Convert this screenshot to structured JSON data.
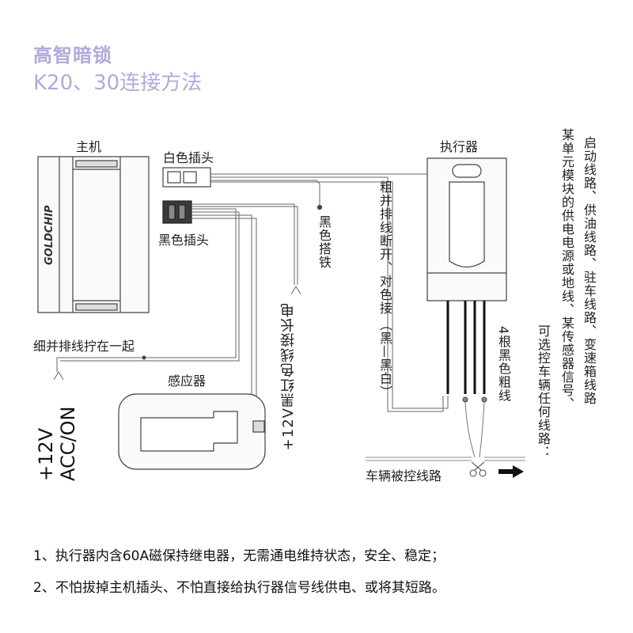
{
  "title": {
    "line1": "高智暗锁",
    "line2": "K20、30连接方法"
  },
  "labels": {
    "host": "主机",
    "brand": "GOLDCHIP",
    "white_plug": "白色插头",
    "black_plug": "黑色插头",
    "twist_note": "细并排线拧在一起",
    "sensor": "感应器",
    "actuator": "执行器",
    "plus12v_acc": "+12V",
    "acc_on": "ACC/ON",
    "plus12v_const": "+12V黑红色线接长电",
    "black_ground": "黑色搭铁",
    "cut_pair": "粗并排线断开、对色接",
    "black_white": "（黑—黑白）",
    "four_black": "4根黑色粗线",
    "vehicle_line": "车辆被控线路",
    "optional_title": "可选控车辆任何线路：",
    "optional_line1": "某单元模块的供电电源或地线、某传感器信号、",
    "optional_line2": "启动线路、供油线路、驻车线路、变速箱线路"
  },
  "notes": {
    "note1": "1、执行器内含60A磁保持继电器，无需通电维持状态，安全、稳定；",
    "note2": "2、不怕拔掉主机插头、不怕直接给执行器信号线供电、或将其短路。"
  }
}
